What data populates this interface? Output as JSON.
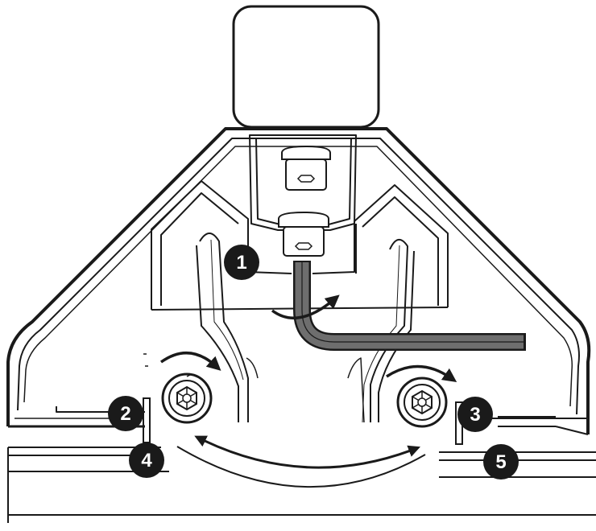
{
  "colors": {
    "line": "#1a1a1a",
    "wrench": "#6e6e6e",
    "callout_fill": "#1a1a1a",
    "callout_text": "#ffffff",
    "background": "#ffffff"
  },
  "callouts": [
    {
      "id": "1",
      "label": "1"
    },
    {
      "id": "2",
      "label": "2"
    },
    {
      "id": "3",
      "label": "3"
    },
    {
      "id": "4",
      "label": "4"
    },
    {
      "id": "5",
      "label": "5"
    }
  ],
  "icons": {
    "wrench": "hex-key-icon",
    "bolt": "hex-bolt-icon",
    "screw": "hex-socket-screw-icon",
    "arrow": "rotation-arrow-icon"
  }
}
